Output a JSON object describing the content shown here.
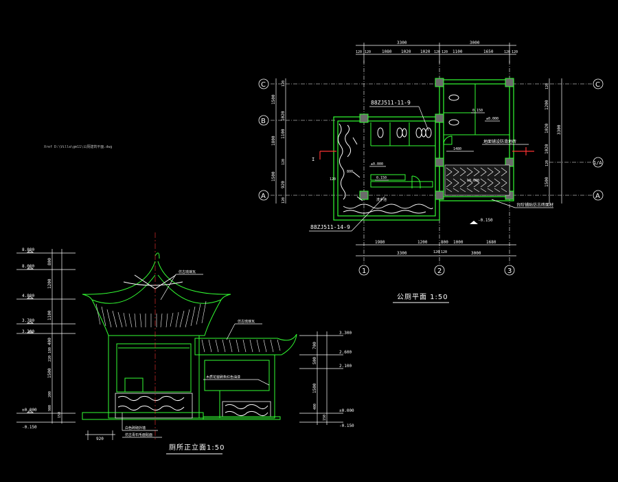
{
  "file_path_text": "Xref D:\\Villa\\gm11\\公厕建筑平面.dwg",
  "plan": {
    "title": "公厕平面   1:50",
    "grid_rows": [
      "C",
      "B",
      "1/A",
      "A"
    ],
    "grid_cols": [
      "1",
      "2",
      "3"
    ],
    "top_dims_outer": [
      "3300",
      "3000"
    ],
    "top_dims_inner": [
      "120",
      "120",
      "1080",
      "1020",
      "1020",
      "120",
      "120",
      "1100",
      "1650",
      "120",
      "120"
    ],
    "bottom_dims_inner": [
      "1980",
      "1200",
      "800",
      "1000",
      "1680"
    ],
    "bottom_dims_small": [
      "120",
      "120"
    ],
    "bottom_dims_outer": [
      "3300",
      "3000"
    ],
    "right_dims_inner": [
      "120",
      "1200",
      "1020",
      "1020",
      "120",
      "1500"
    ],
    "right_dims_outer": [
      "3300"
    ],
    "left_dims_outer": [
      "1500",
      "1800",
      "1500"
    ],
    "left_dims_inner": [
      "120",
      "1020",
      "1100",
      "120",
      "920",
      "120"
    ],
    "ref_top": "88ZJ511-11-9",
    "ref_bottom": "88ZJ511-14-9",
    "levels": {
      "upper_right": "±0.000",
      "upper_right_drop": "0.150",
      "left_room": "±0.000",
      "left_drop": "0.150",
      "right_room": "±0.000",
      "outside": "-0.150"
    },
    "dim_800": "800",
    "dim_120": "120",
    "dim_1480": "1480",
    "note_wall": "地面铺设防滑地砖",
    "note_floor": "台阶铺贴仿古砖面材",
    "note_sink": "洗手池",
    "section_mark": "I"
  },
  "elevation": {
    "title": "厕所正立面1:50",
    "levels_left": [
      "8.800",
      "8.000",
      "4.800",
      "3.700",
      "3.300",
      "±0.000",
      "-0.150"
    ],
    "dims_left": [
      "800",
      "1200",
      "1100",
      "400",
      "180",
      "220",
      "1500",
      "200",
      "900",
      "150"
    ],
    "levels_right": [
      "3.300",
      "2.600",
      "2.100",
      "±0.000",
      "-0.150"
    ],
    "dims_right": [
      "700",
      "500",
      "1500",
      "400",
      "150"
    ],
    "dim_bottom": "920",
    "note_roof_left": "仿古琉璃瓦",
    "note_roof_right": "仿古琉璃瓦",
    "note_wall": "木质花窗刷朱红色油漆",
    "note_base1": "白色砖砌外墙",
    "note_base2": "仿古青石毛面贴面"
  }
}
